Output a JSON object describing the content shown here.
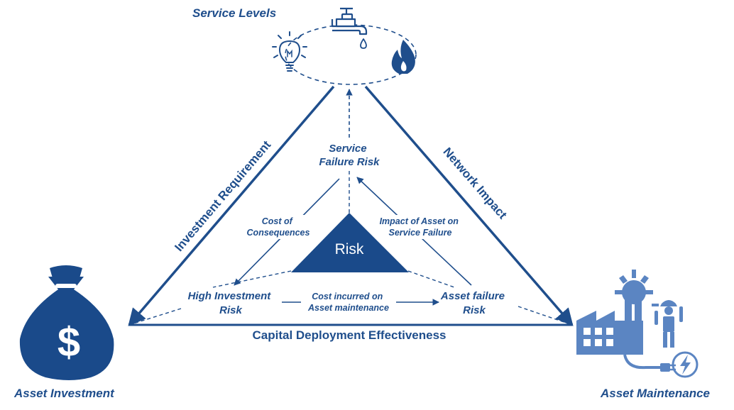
{
  "corners": {
    "service_levels": "Service Levels",
    "asset_investment": "Asset Investment",
    "asset_maintenance": "Asset Maintenance"
  },
  "sides": {
    "left": "Investment Requirement",
    "right": "Network Impact",
    "bottom": "Capital Deployment Effectiveness"
  },
  "nodes": {
    "service_failure": [
      "Service",
      "Failure Risk"
    ],
    "high_investment": [
      "High Investment",
      "Risk"
    ],
    "asset_failure": [
      "Asset failure",
      "Risk"
    ],
    "center": "Risk"
  },
  "edges": {
    "cost_of_consequences": [
      "Cost of",
      "Consequences"
    ],
    "impact_of_asset": [
      "Impact of Asset on",
      "Service Failure"
    ],
    "cost_incurred": [
      "Cost incurred on",
      "Asset maintenance"
    ]
  },
  "icons": [
    "faucet-icon",
    "lightbulb-icon",
    "flame-icon",
    "money-bag-icon",
    "factory-icon",
    "worker-icon",
    "sun-icon",
    "electric-plug-icon"
  ],
  "colors": {
    "primary": "#1f4e8c",
    "icon_fill": "#5b85c2",
    "dark_navy": "#1a4a8a"
  }
}
